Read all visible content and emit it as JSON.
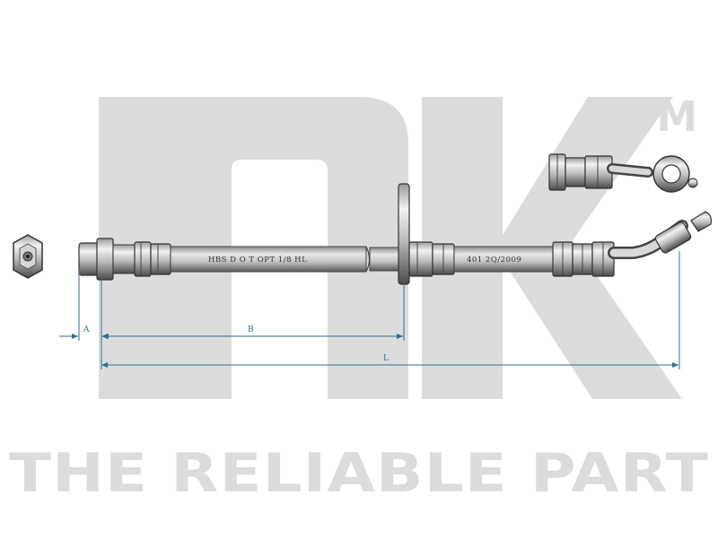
{
  "brand": {
    "logo_letters": "nk",
    "trademark": "TM",
    "tagline": "THE RELIABLE PART"
  },
  "hose": {
    "marking_1": "HBS D O T OPT 1/8 HL",
    "marking_2": "401 2Q/2009"
  },
  "dimensions": {
    "a": "A",
    "b": "B",
    "l": "L"
  },
  "colors": {
    "watermark": "#dcdcdc",
    "dimension_line": "#2f6f8a",
    "metal_dark": "#555555",
    "metal_light": "#e6e6e6"
  }
}
